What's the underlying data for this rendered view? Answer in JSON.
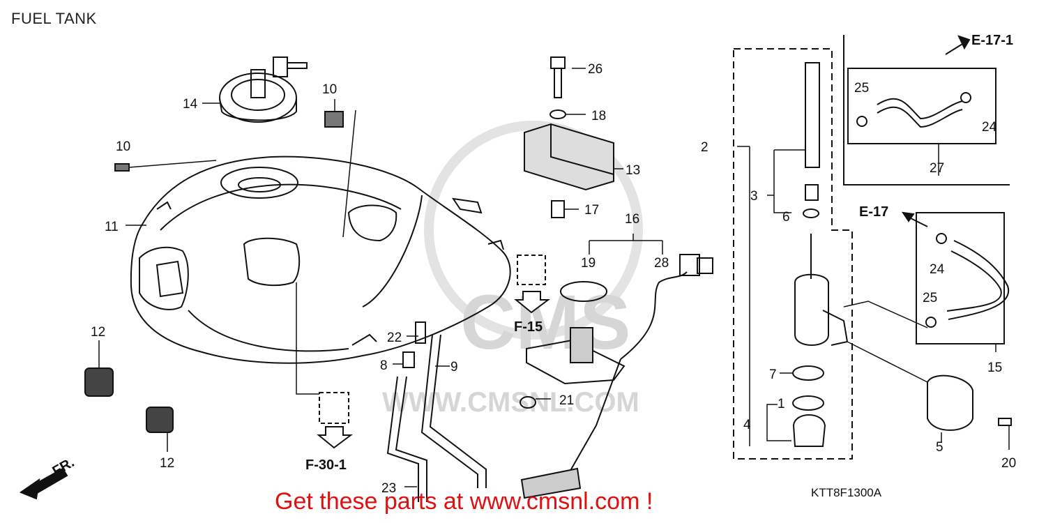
{
  "title": "FUEL TANK",
  "diagram_code": "KTT8F1300A",
  "promo_text": "Get these parts at www.cmsnl.com !",
  "watermark": {
    "brand": "CMS",
    "url": "WWW.CMSNL.COM"
  },
  "references": {
    "e17_1": "E-17-1",
    "e17": "E-17",
    "f15": "F-15",
    "f30_1": "F-30-1",
    "fr": "FR."
  },
  "callouts": {
    "c1": "1",
    "c2": "2",
    "c3": "3",
    "c4": "4",
    "c5": "5",
    "c6": "6",
    "c7": "7",
    "c8": "8",
    "c9": "9",
    "c10a": "10",
    "c10b": "10",
    "c11": "11",
    "c12a": "12",
    "c12b": "12",
    "c13": "13",
    "c14": "14",
    "c15": "15",
    "c16": "16",
    "c17": "17",
    "c18": "18",
    "c19": "19",
    "c20": "20",
    "c21": "21",
    "c22": "22",
    "c23": "23",
    "c24a": "24",
    "c24b": "24",
    "c25a": "25",
    "c25b": "25",
    "c26": "26",
    "c27": "27",
    "c28": "28"
  },
  "colors": {
    "line": "#111111",
    "promo": "#e01010",
    "watermark": "#d6d6d6"
  }
}
